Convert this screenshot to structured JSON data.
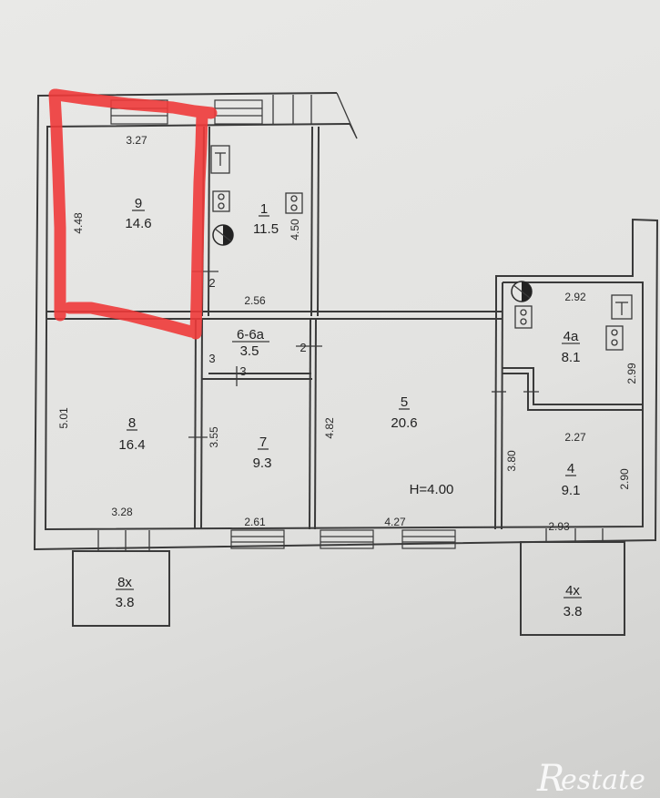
{
  "rooms": [
    {
      "id": "9",
      "area": "14.6"
    },
    {
      "id": "1",
      "area": "11.5"
    },
    {
      "id": "6-6a",
      "area": "3.5"
    },
    {
      "id": "8",
      "area": "16.4"
    },
    {
      "id": "7",
      "area": "9.3"
    },
    {
      "id": "5",
      "area": "20.6"
    },
    {
      "id": "4a",
      "area": "8.1"
    },
    {
      "id": "4",
      "area": "9.1"
    },
    {
      "id": "8x",
      "area": "3.8"
    },
    {
      "id": "4x",
      "area": "3.8"
    }
  ],
  "dimensions": {
    "d_327": "3.27",
    "d_448": "4.48",
    "d_450": "4.50",
    "d_256": "2.56",
    "d_501": "5.01",
    "d_355": "3.55",
    "d_482": "4.82",
    "d_328": "3.28",
    "d_261": "2.61",
    "d_427": "4.27",
    "d_292": "2.92",
    "d_299": "2.99",
    "d_227": "2.27",
    "d_380": "3.80",
    "d_290": "2.90",
    "d_293": "2.93"
  },
  "door_marks": {
    "m1": "2",
    "m2": "3",
    "m3": "2",
    "m4": "3"
  },
  "ceiling_height": "H=4.00",
  "highlight_color": "#ee3a3a",
  "watermark": {
    "letter": "R",
    "rest": "estate"
  }
}
